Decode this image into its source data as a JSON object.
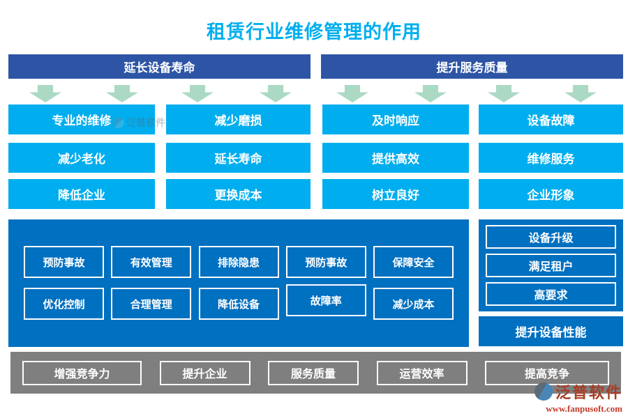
{
  "title": "租赁行业维修管理的作用",
  "headers": [
    {
      "label": "延长设备寿命"
    },
    {
      "label": "提升服务质量"
    }
  ],
  "benefit_rows": [
    [
      "专业的维修",
      "减少磨损",
      "及时响应",
      "设备故障"
    ],
    [
      "减少老化",
      "延长寿命",
      "提供高效",
      "维修服务"
    ],
    [
      "降低企业",
      "更换成本",
      "树立良好",
      "企业形象"
    ]
  ],
  "safety_panel": {
    "rows": [
      [
        "预防事故",
        "有效管理",
        "排除隐患",
        "预防事故",
        "保障安全"
      ],
      [
        "优化控制",
        "合理管理",
        "降低设备",
        "故障率",
        "减少成本"
      ]
    ]
  },
  "side_panel": {
    "items": [
      "设备升级",
      "满足租户",
      "高要求"
    ],
    "footer": "提升设备性能"
  },
  "bottom_bar": {
    "items": [
      "增强竞争力",
      "提升企业",
      "服务质量",
      "运营效率",
      "提高竞争"
    ]
  },
  "branding": {
    "name": "泛普软件",
    "url": "www.fanpusoft.com"
  },
  "watermark": {
    "name": "泛普软件"
  },
  "colors": {
    "title_cyan": "#00AEEF",
    "header_blue": "#2E55A5",
    "box_cyan": "#00AEEF",
    "panel_blue": "#0070C0",
    "bar_gray": "#7F7F7F",
    "arrow_green": "#ABD9C4",
    "brand_red": "#A63D25",
    "url_red": "#C23A28"
  }
}
